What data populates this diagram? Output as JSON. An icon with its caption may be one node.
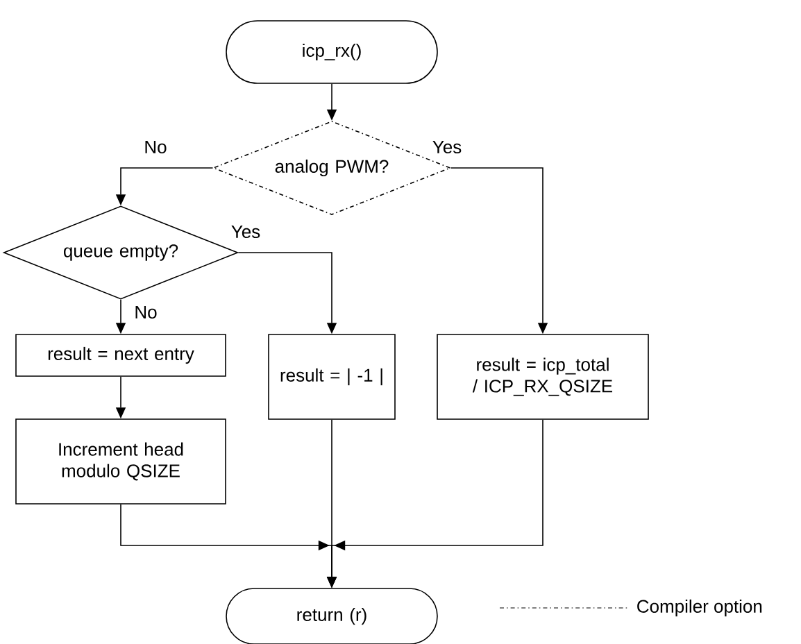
{
  "diagram": {
    "nodes": [
      {
        "text": [
          "icp_rx()"
        ]
      },
      {
        "text": [
          "analog PWM?"
        ]
      },
      {
        "text": [
          "queue empty?"
        ]
      },
      {
        "text": [
          "result = next entry"
        ]
      },
      {
        "text": [
          "result = | -1 |"
        ]
      },
      {
        "text": [
          "result = icp_total / ICP_RX_QSIZE"
        ]
      },
      {
        "text": [
          "Increment head modulo QSIZE"
        ]
      },
      {
        "text": [
          "return (r)"
        ]
      }
    ],
    "edges": [
      {
        "from": 0,
        "to": 1,
        "arrow": "to"
      },
      {
        "from": 1,
        "to": 2,
        "arrow": "to",
        "label": "No"
      },
      {
        "from": 1,
        "to": 5,
        "arrow": "to",
        "label": "Yes"
      },
      {
        "from": 2,
        "to": 4,
        "arrow": "to",
        "label": "Yes"
      },
      {
        "from": 2,
        "to": 3,
        "arrow": "to",
        "label": "No"
      },
      {
        "from": 3,
        "to": 6,
        "arrow": "to"
      },
      {
        "from": 6,
        "to": 7,
        "arrow": "to"
      },
      {
        "from": 4,
        "to": 7,
        "arrow": "to"
      },
      {
        "from": 5,
        "to": 7,
        "arrow": "to"
      }
    ],
    "legend": [
      {
        "text": "Compiler option"
      }
    ]
  }
}
